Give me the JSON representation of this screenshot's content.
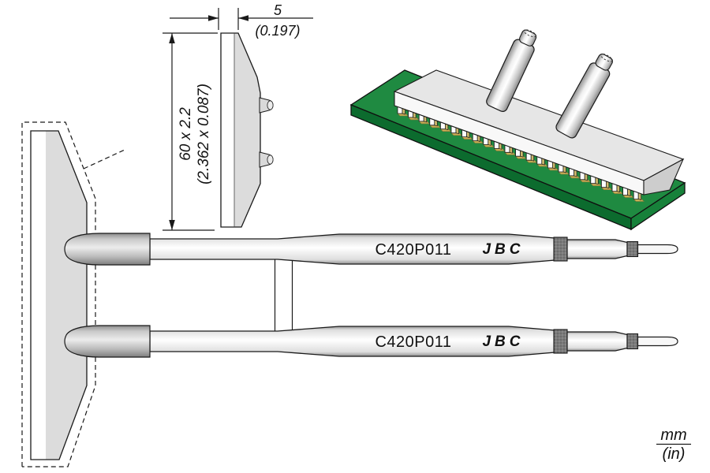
{
  "drawing": {
    "part_number": "C420P011",
    "brand": "JBC",
    "dimensions": {
      "thickness_mm": "5",
      "thickness_in": "(0.197)",
      "blade_mm": "60 x 2.2",
      "blade_in": "(2.362 x 0.087)"
    },
    "units": {
      "primary": "mm",
      "secondary": "(in)"
    }
  },
  "shafts": [
    {
      "part_number": "C420P011",
      "brand": "JBC"
    },
    {
      "part_number": "C420P011",
      "brand": "JBC"
    }
  ],
  "colors": {
    "pcb_green": "#1f8a41",
    "pcb_green_dark": "#0c6b2e",
    "pcb_green_side": "#17813a",
    "pin_gold": "#cdb96e",
    "pad_gold": "#c9ad56"
  }
}
